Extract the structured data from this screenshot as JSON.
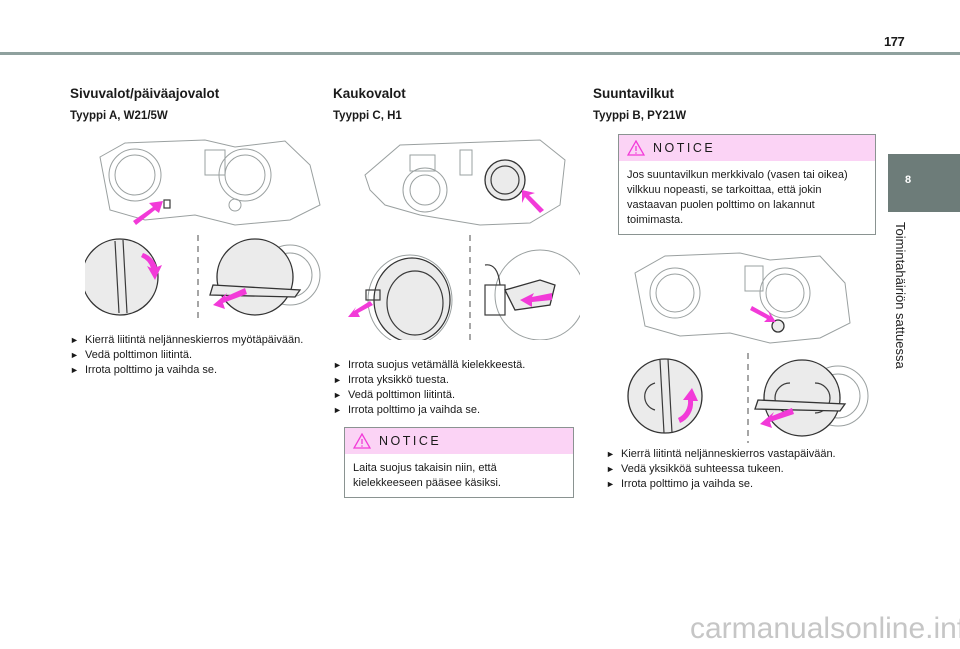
{
  "header": {
    "page_number": "177"
  },
  "chapter": {
    "number": "8",
    "title": "Toimintahäiriön sattuessa"
  },
  "sections": [
    {
      "title": "Sivuvalot/päiväajovalot",
      "subtitle": "Tyyppi A, W21/5W",
      "steps": [
        "Kierrä liitintä neljänneskierros myötäpäivään.",
        "Vedä polttimon liitintä.",
        "Irrota polttimo ja vaihda se."
      ]
    },
    {
      "title": "Kaukovalot",
      "subtitle": "Tyyppi C, H1",
      "steps": [
        "Irrota suojus vetämällä kielekkeestä.",
        "Irrota yksikkö tuesta.",
        "Vedä polttimon liitintä.",
        "Irrota polttimo ja vaihda se."
      ],
      "notice": {
        "label": "NOTICE",
        "text": "Laita suojus takaisin niin, että kielekkeeseen pääsee käsiksi."
      }
    },
    {
      "title": "Suuntavilkut",
      "subtitle": "Tyyppi B, PY21W",
      "notice": {
        "label": "NOTICE",
        "text": "Jos suuntavilkun merkkivalo (vasen tai oikea) vilkkuu nopeasti, se tarkoittaa, että jokin vastaavan puolen polttimo on lakannut toimimasta."
      },
      "steps": [
        "Kierrä liitintä neljänneskierros vastapäivään.",
        "Vedä yksikköä suhteessa tukeen.",
        "Irrota polttimo ja vaihda se."
      ]
    }
  ],
  "bullet_glyph": "►",
  "icons": {
    "warning": "warning-triangle-icon",
    "accent_color": "#f23ad8",
    "notice_bg": "#fbd3f5",
    "tab_color": "#6d7c79"
  },
  "watermark": "carmanualsonline.info"
}
